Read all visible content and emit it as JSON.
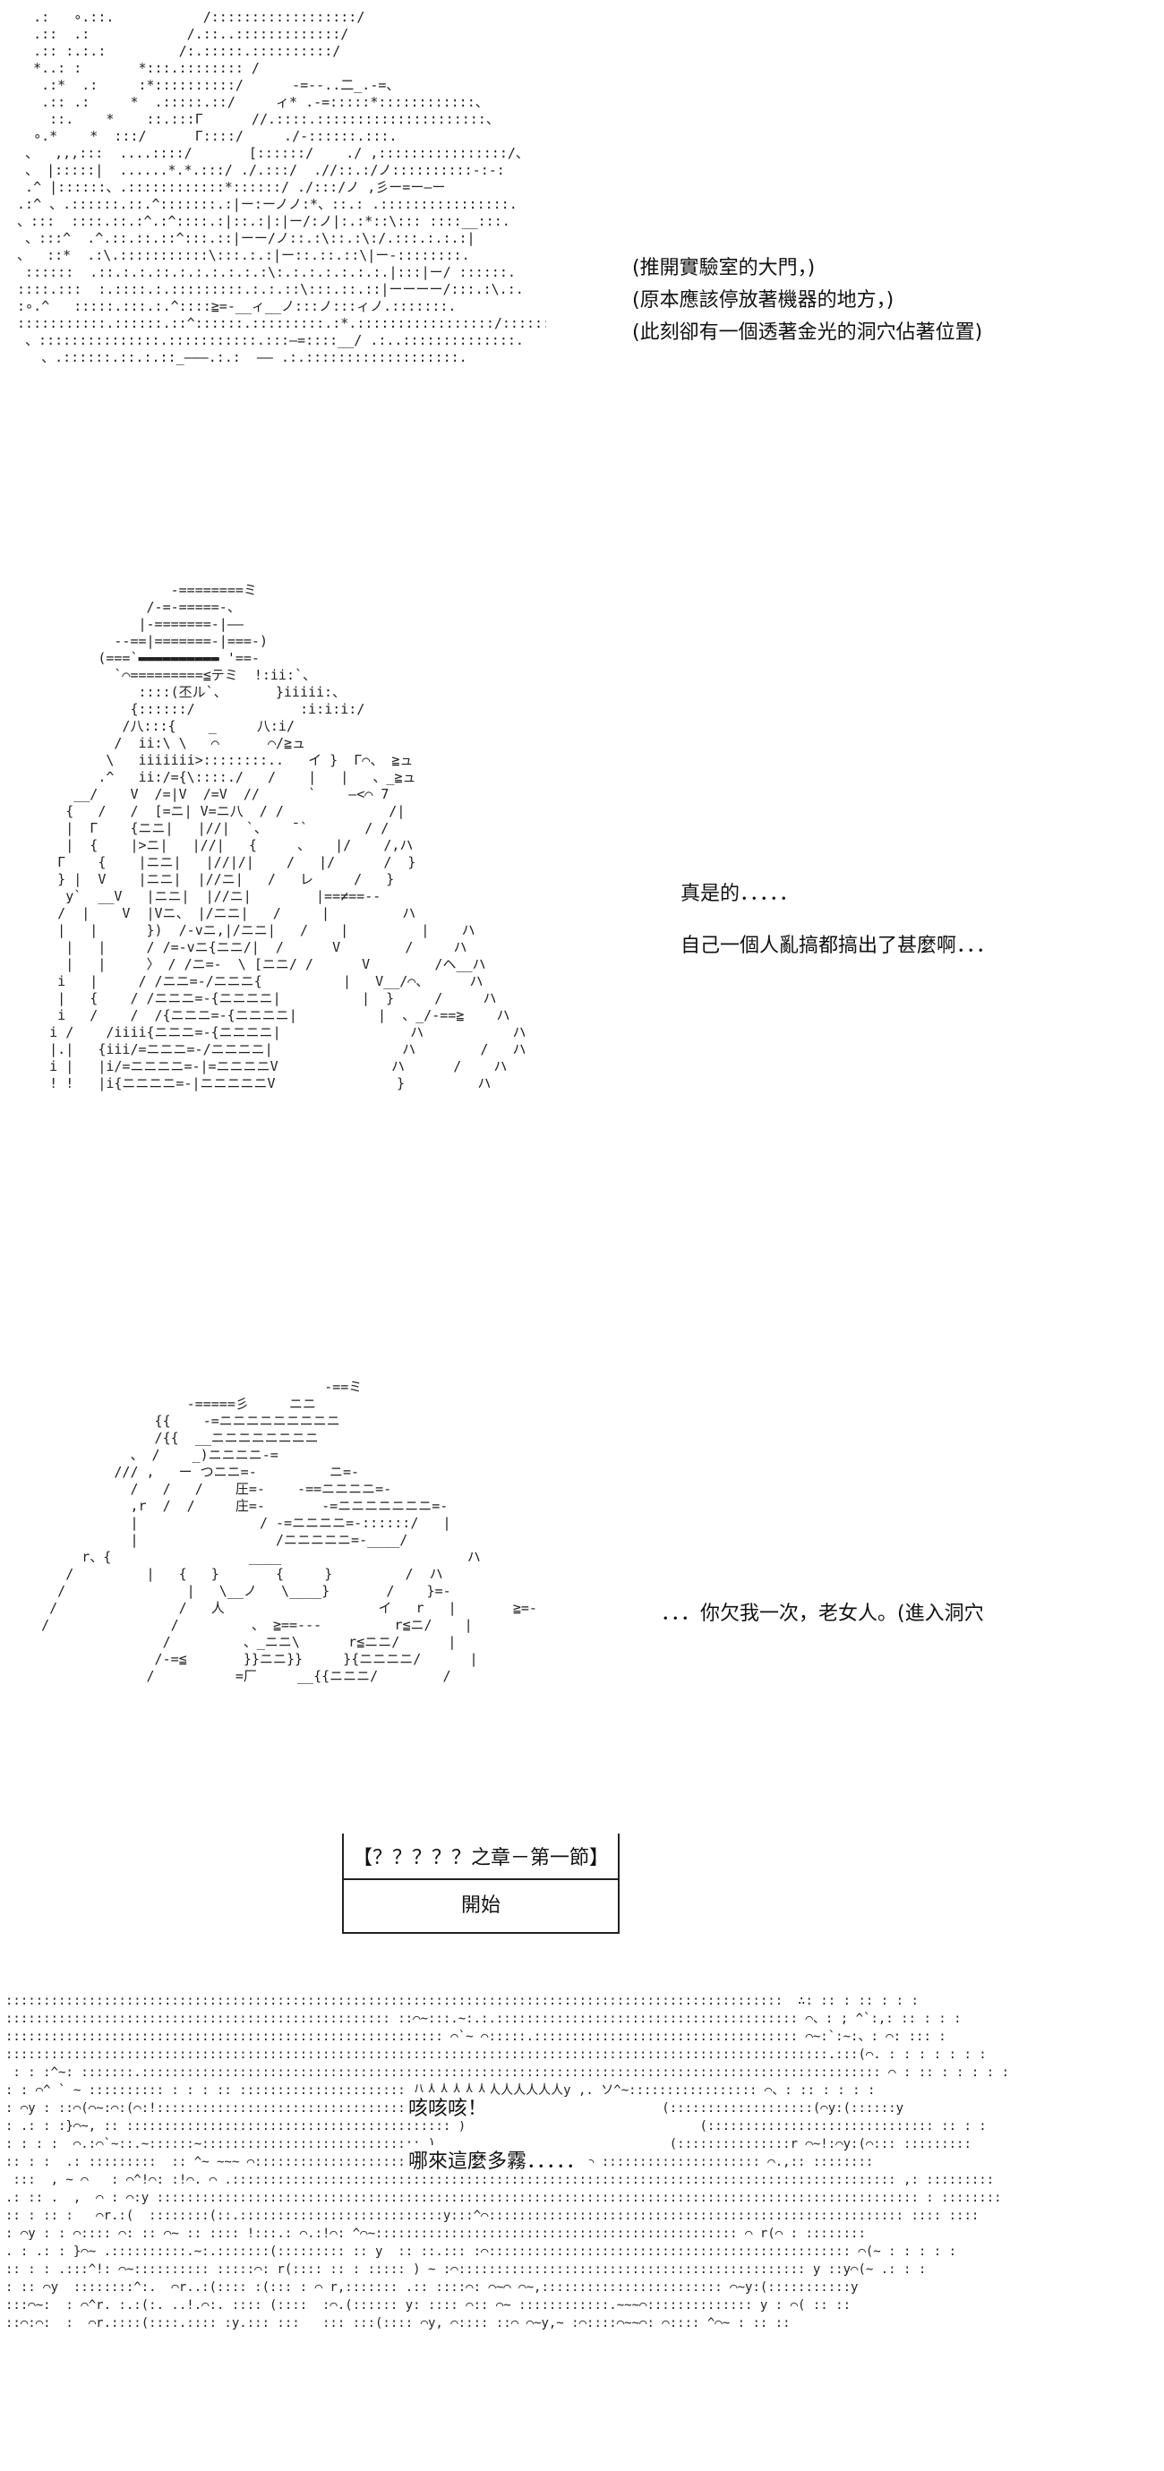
{
  "panel1": {
    "captions": [
      "(推開實驗室的大門，)",
      "(原本應該停放著機器的地方，)",
      "(此刻卻有一個透著金光的洞穴佔著位置)"
    ]
  },
  "panel2": {
    "captions": [
      "真是的．．．．．",
      "自己一個人亂搞都搞出了甚麼啊．．．"
    ]
  },
  "panel3": {
    "caption": "．．．你欠我一次，老女人。(進入洞穴"
  },
  "chapter_box": {
    "title": "【？？？？？之章－第一節】",
    "subtitle": "開始"
  },
  "panel5": {
    "speech": [
      "咳咳咳！",
      "哪來這麼多霧．．．．．"
    ]
  }
}
